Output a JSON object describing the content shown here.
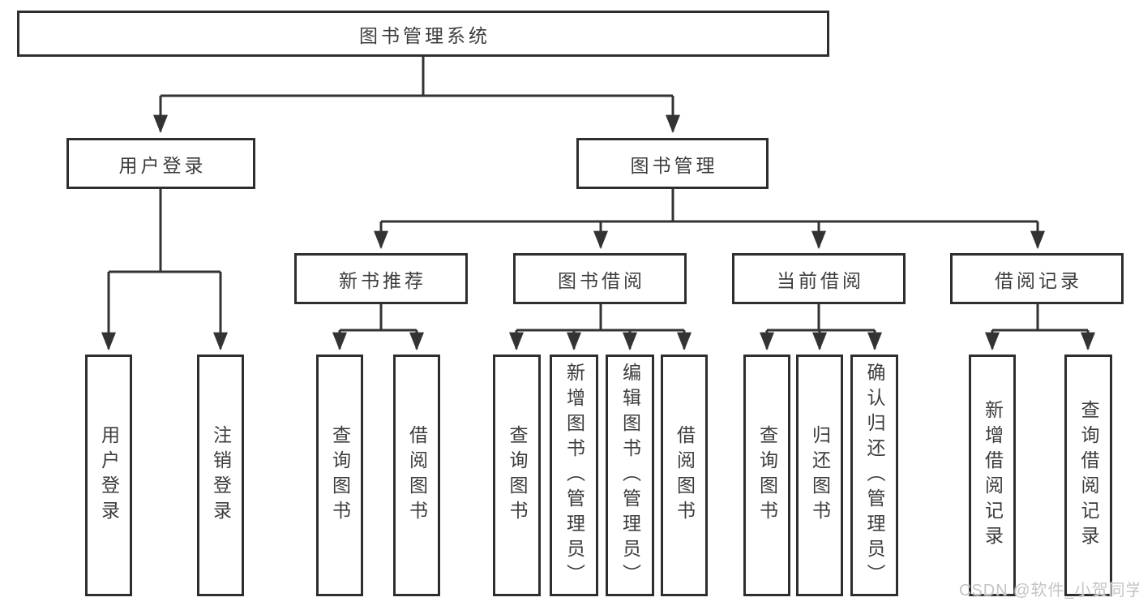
{
  "diagram": {
    "title_box": "图书管理系统",
    "branches": [
      {
        "label": "用户登录",
        "children": [
          "用户登录",
          "注销登录"
        ]
      },
      {
        "label": "图书管理",
        "sections": [
          {
            "label": "新书推荐",
            "children": [
              "查询图书",
              "借阅图书"
            ]
          },
          {
            "label": "图书借阅",
            "children": [
              "查询图书",
              "新增图书（管理员）",
              "编辑图书（管理员）",
              "借阅图书"
            ]
          },
          {
            "label": "当前借阅",
            "children": [
              "查询图书",
              "归还图书",
              "确认归还（管理员）"
            ]
          },
          {
            "label": "借阅记录",
            "children": [
              "新增借阅记录",
              "查询借阅记录"
            ]
          }
        ]
      }
    ],
    "watermark": "CSDN @软件_小贺同学",
    "colors": {
      "line": "#333333",
      "box_border": "#2e2e2e",
      "text": "#3c3c3c",
      "watermark": "#c4c4c4",
      "background": "#ffffff"
    }
  }
}
